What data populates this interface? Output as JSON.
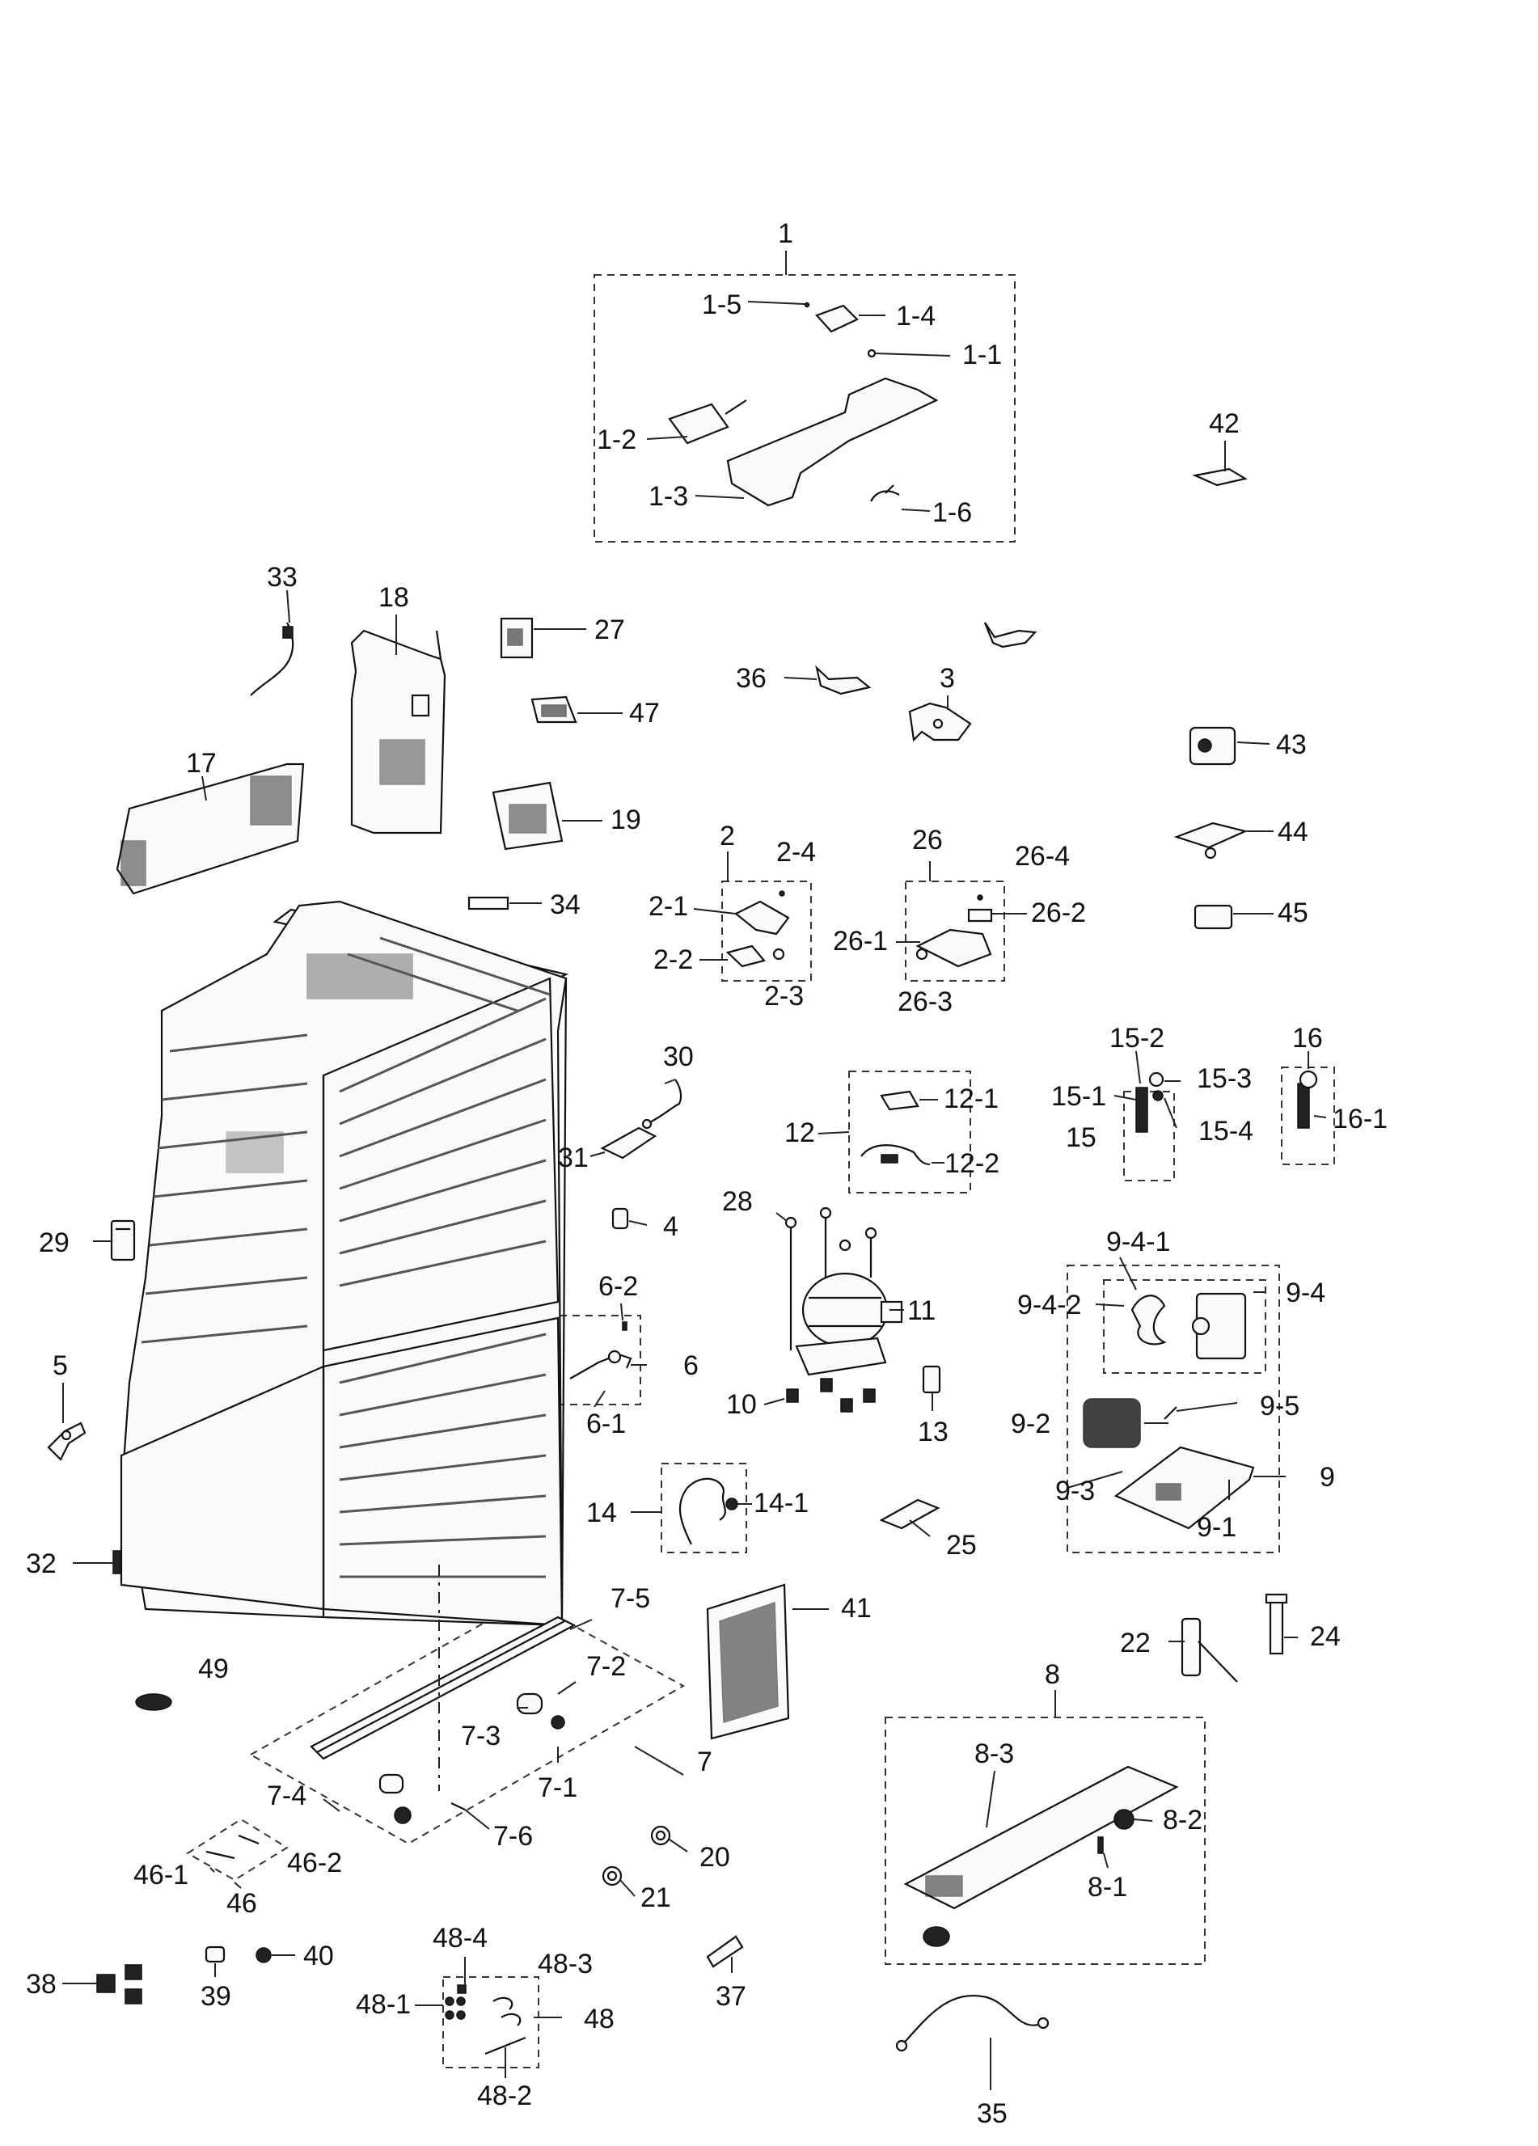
{
  "labels": {
    "l1": "1",
    "l1_1": "1-1",
    "l1_2": "1-2",
    "l1_3": "1-3",
    "l1_4": "1-4",
    "l1_5": "1-5",
    "l1_6": "1-6",
    "l2": "2",
    "l2_1": "2-1",
    "l2_2": "2-2",
    "l2_3": "2-3",
    "l2_4": "2-4",
    "l3": "3",
    "l4": "4",
    "l5": "5",
    "l6": "6",
    "l6_1": "6-1",
    "l6_2": "6-2",
    "l7": "7",
    "l7_1": "7-1",
    "l7_2": "7-2",
    "l7_3": "7-3",
    "l7_4": "7-4",
    "l7_5": "7-5",
    "l7_6": "7-6",
    "l8": "8",
    "l8_1": "8-1",
    "l8_2": "8-2",
    "l8_3": "8-3",
    "l9": "9",
    "l9_1": "9-1",
    "l9_2": "9-2",
    "l9_3": "9-3",
    "l9_4": "9-4",
    "l9_4_1": "9-4-1",
    "l9_4_2": "9-4-2",
    "l9_5": "9-5",
    "l10": "10",
    "l11": "11",
    "l12": "12",
    "l12_1": "12-1",
    "l12_2": "12-2",
    "l13": "13",
    "l14": "14",
    "l14_1": "14-1",
    "l15": "15",
    "l15_1": "15-1",
    "l15_2": "15-2",
    "l15_3": "15-3",
    "l15_4": "15-4",
    "l16": "16",
    "l16_1": "16-1",
    "l17": "17",
    "l18": "18",
    "l19": "19",
    "l20": "20",
    "l21": "21",
    "l22": "22",
    "l24": "24",
    "l25": "25",
    "l26": "26",
    "l26_1": "26-1",
    "l26_2": "26-2",
    "l26_3": "26-3",
    "l26_4": "26-4",
    "l27": "27",
    "l28": "28",
    "l29": "29",
    "l30": "30",
    "l31": "31",
    "l32": "32",
    "l33": "33",
    "l34": "34",
    "l35": "35",
    "l36": "36",
    "l37": "37",
    "l38": "38",
    "l39": "39",
    "l40": "40",
    "l41": "41",
    "l42": "42",
    "l43": "43",
    "l44": "44",
    "l45": "45",
    "l46": "46",
    "l46_1": "46-1",
    "l46_2": "46-2",
    "l47": "47",
    "l48": "48",
    "l48_1": "48-1",
    "l48_2": "48-2",
    "l48_3": "48-3",
    "l48_4": "48-4",
    "l49": "49"
  }
}
